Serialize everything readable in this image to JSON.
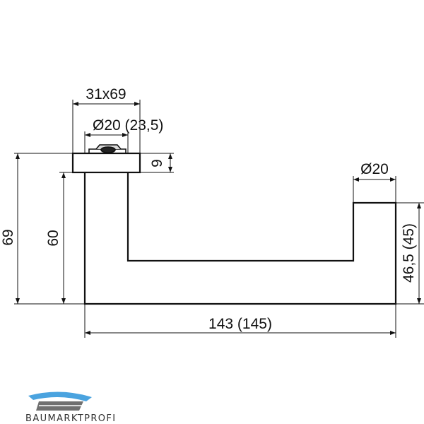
{
  "dimensions": {
    "rosette_size": "31x69",
    "rosette_diameter": "Ø20 (23,5)",
    "rosette_thickness": "9",
    "tip_diameter": "Ø20",
    "total_height": "69",
    "lever_height": "60",
    "tip_height": "46,5 (45)",
    "lever_length": "143 (145)"
  },
  "logo": {
    "text": "BAUMARKTPROFI"
  },
  "colors": {
    "line": "#111111",
    "logo_blue": "#4aa3df",
    "logo_gray": "#707070"
  }
}
